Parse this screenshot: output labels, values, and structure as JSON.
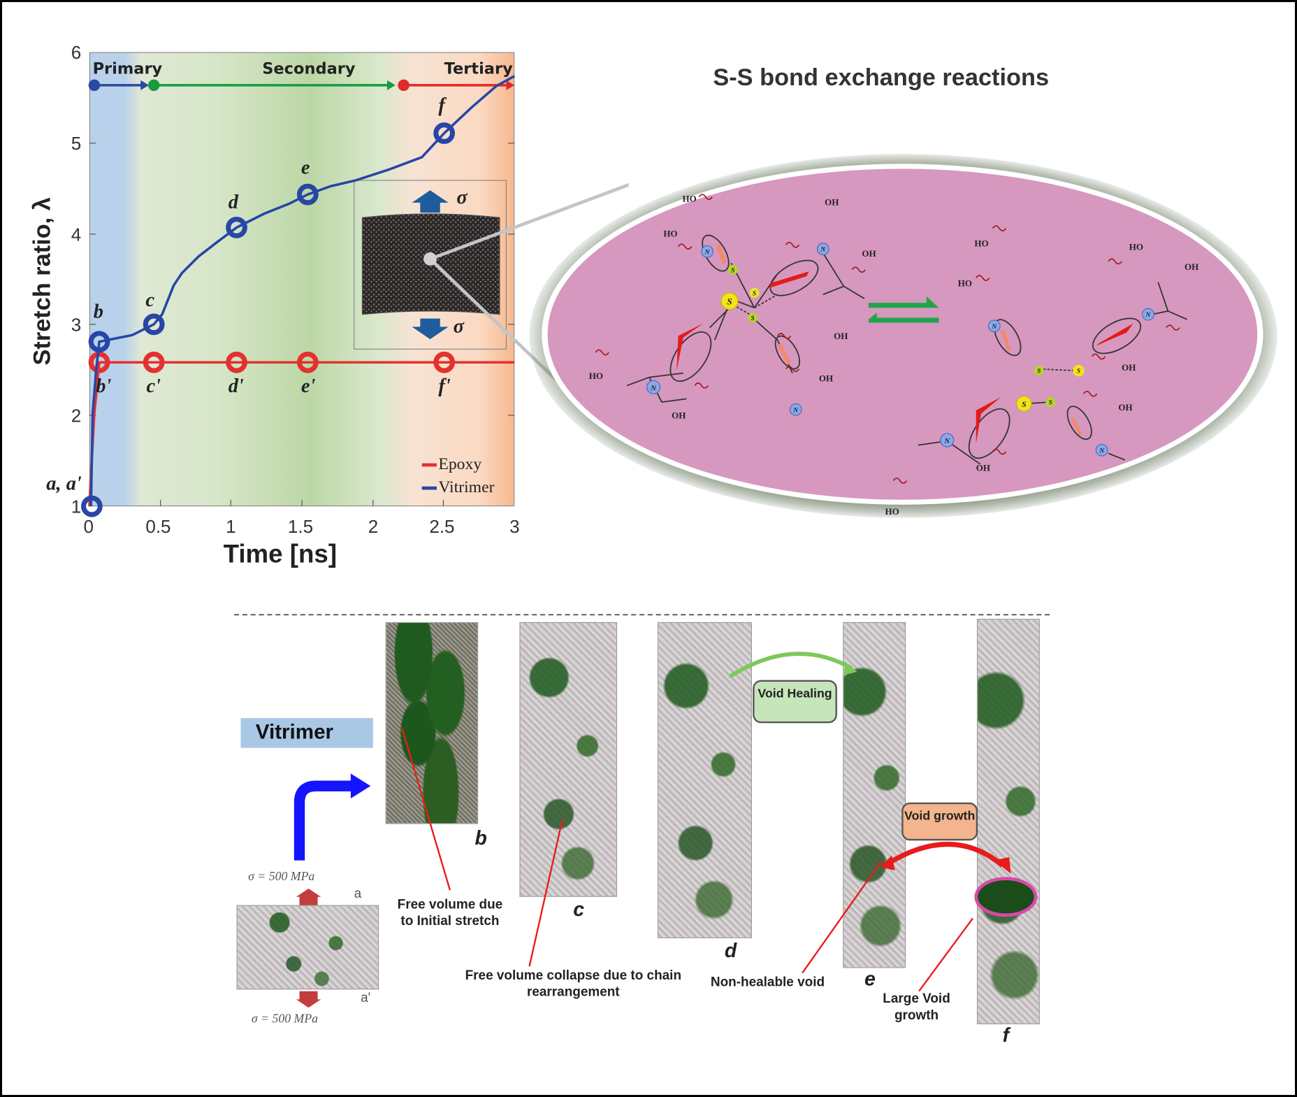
{
  "chart_data": {
    "type": "line",
    "title": "",
    "xlabel": "Time [ns]",
    "ylabel": "Stretch ratio, λ",
    "xlim": [
      0,
      3
    ],
    "ylim": [
      1,
      6
    ],
    "x_ticks": [
      "0",
      "0.5",
      "1",
      "1.5",
      "2",
      "2.5",
      "3"
    ],
    "y_ticks": [
      "1",
      "2",
      "3",
      "4",
      "5",
      "6"
    ],
    "grid": false,
    "legend_position": "lower right",
    "phases": [
      {
        "name": "Primary",
        "x_range": [
          0,
          0.45
        ],
        "color": "#2a4aa0"
      },
      {
        "name": "Secondary",
        "x_range": [
          0.45,
          2.2
        ],
        "color": "#1a9a40"
      },
      {
        "name": "Tertiary",
        "x_range": [
          2.2,
          3.0
        ],
        "color": "#e02a2a"
      }
    ],
    "series": [
      {
        "name": "Epoxy",
        "color": "#e53030",
        "x": [
          0,
          0.07,
          0.45,
          1.03,
          1.53,
          2.5,
          3.0
        ],
        "y": [
          1.0,
          2.6,
          2.6,
          2.6,
          2.6,
          2.6,
          2.6
        ],
        "markers": [
          {
            "label": "a'",
            "x": 0,
            "y": 1.0
          },
          {
            "label": "b'",
            "x": 0.07,
            "y": 2.6
          },
          {
            "label": "c'",
            "x": 0.45,
            "y": 2.6
          },
          {
            "label": "d'",
            "x": 1.03,
            "y": 2.6
          },
          {
            "label": "e'",
            "x": 1.53,
            "y": 2.6
          },
          {
            "label": "f'",
            "x": 2.5,
            "y": 2.6
          }
        ]
      },
      {
        "name": "Vitrimer",
        "color": "#2746a6",
        "x": [
          0,
          0.02,
          0.05,
          0.07,
          0.3,
          0.45,
          0.5,
          0.65,
          0.8,
          1.03,
          1.3,
          1.53,
          2.0,
          2.4,
          2.5,
          2.8,
          3.0
        ],
        "y": [
          1.0,
          2.0,
          2.7,
          2.82,
          2.9,
          3.0,
          3.1,
          3.5,
          3.7,
          4.07,
          4.3,
          4.45,
          4.8,
          5.0,
          5.12,
          5.5,
          5.75
        ],
        "markers": [
          {
            "label": "a",
            "x": 0,
            "y": 1.0
          },
          {
            "label": "b",
            "x": 0.07,
            "y": 2.82
          },
          {
            "label": "c",
            "x": 0.45,
            "y": 3.0
          },
          {
            "label": "d",
            "x": 1.03,
            "y": 4.07
          },
          {
            "label": "e",
            "x": 1.53,
            "y": 4.45
          },
          {
            "label": "f",
            "x": 2.5,
            "y": 5.12
          }
        ]
      }
    ],
    "annotations": [
      "a, a'",
      "σ",
      "σ"
    ]
  },
  "plot": {
    "xlabel": "Time [ns]",
    "ylabel": "Stretch ratio, λ",
    "x_ticks": [
      "0",
      "0.5",
      "1",
      "1.5",
      "2",
      "2.5",
      "3"
    ],
    "y_ticks": [
      "1",
      "2",
      "3",
      "4",
      "5",
      "6"
    ],
    "phase_labels": {
      "primary": "Primary",
      "secondary": "Secondary",
      "tertiary": "Tertiary"
    },
    "legend": {
      "epoxy": "Epoxy",
      "vitrimer": "Vitrimer"
    },
    "vit_labels": {
      "a": "a, a'",
      "b": "b",
      "c": "c",
      "d": "d",
      "e": "e",
      "f": "f"
    },
    "epo_labels": {
      "b": "b'",
      "c": "c'",
      "d": "d'",
      "e": "e'",
      "f": "f'"
    },
    "sigma": "σ"
  },
  "reaction": {
    "title": "S-S bond exchange reactions",
    "atoms": {
      "s": "S",
      "n": "N",
      "oh": "OH",
      "ho": "HO"
    }
  },
  "snapshots": {
    "material_label": "Vitrimer",
    "stress_top": "σ = 500 MPa",
    "stress_bottom": "σ = 500 MPa",
    "a": "a",
    "a_prime": "a'",
    "labels": {
      "b": "b",
      "c": "c",
      "d": "d",
      "e": "e",
      "f": "f"
    },
    "void_healing": "Void Healing",
    "void_growth": "Void growth",
    "callouts": {
      "initial_stretch": "Free volume due to Initial stretch",
      "collapse": "Free volume collapse due to chain rearrangement",
      "non_healable": "Non-healable void",
      "large_void": "Large Void growth"
    }
  }
}
